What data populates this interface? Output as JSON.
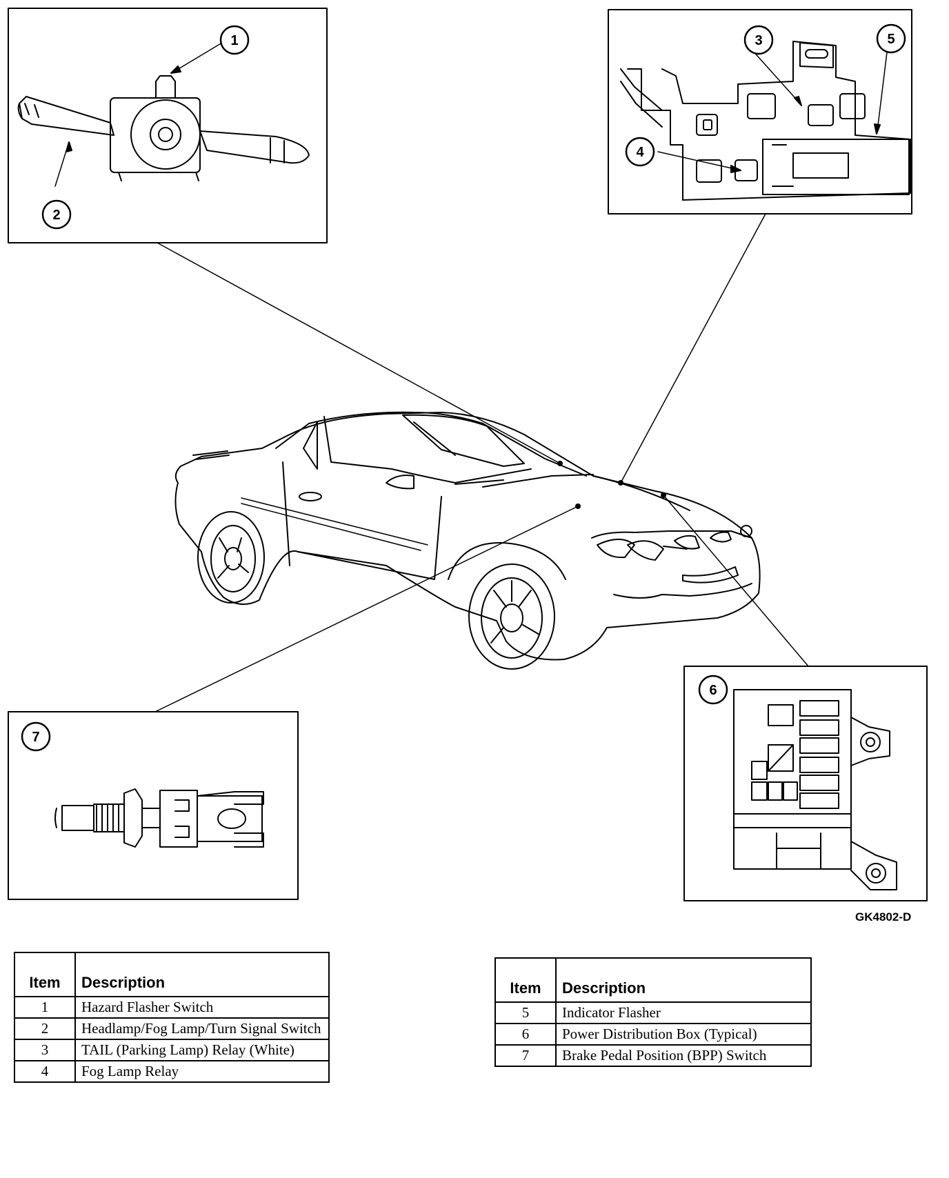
{
  "callouts": [
    "1",
    "2",
    "3",
    "4",
    "5",
    "6",
    "7"
  ],
  "figure_id": "GK4802-D",
  "table_left": {
    "headers": [
      "Item",
      "Description"
    ],
    "rows": [
      {
        "item": "1",
        "description": "Hazard Flasher Switch"
      },
      {
        "item": "2",
        "description": "Headlamp/Fog Lamp/Turn Signal Switch"
      },
      {
        "item": "3",
        "description": "TAIL (Parking Lamp) Relay (White)"
      },
      {
        "item": "4",
        "description": "Fog Lamp Relay"
      }
    ]
  },
  "table_right": {
    "headers": [
      "Item",
      "Description"
    ],
    "rows": [
      {
        "item": "5",
        "description": "Indicator Flasher"
      },
      {
        "item": "6",
        "description": "Power Distribution Box (Typical)"
      },
      {
        "item": "7",
        "description": "Brake Pedal Position (BPP) Switch"
      }
    ]
  }
}
